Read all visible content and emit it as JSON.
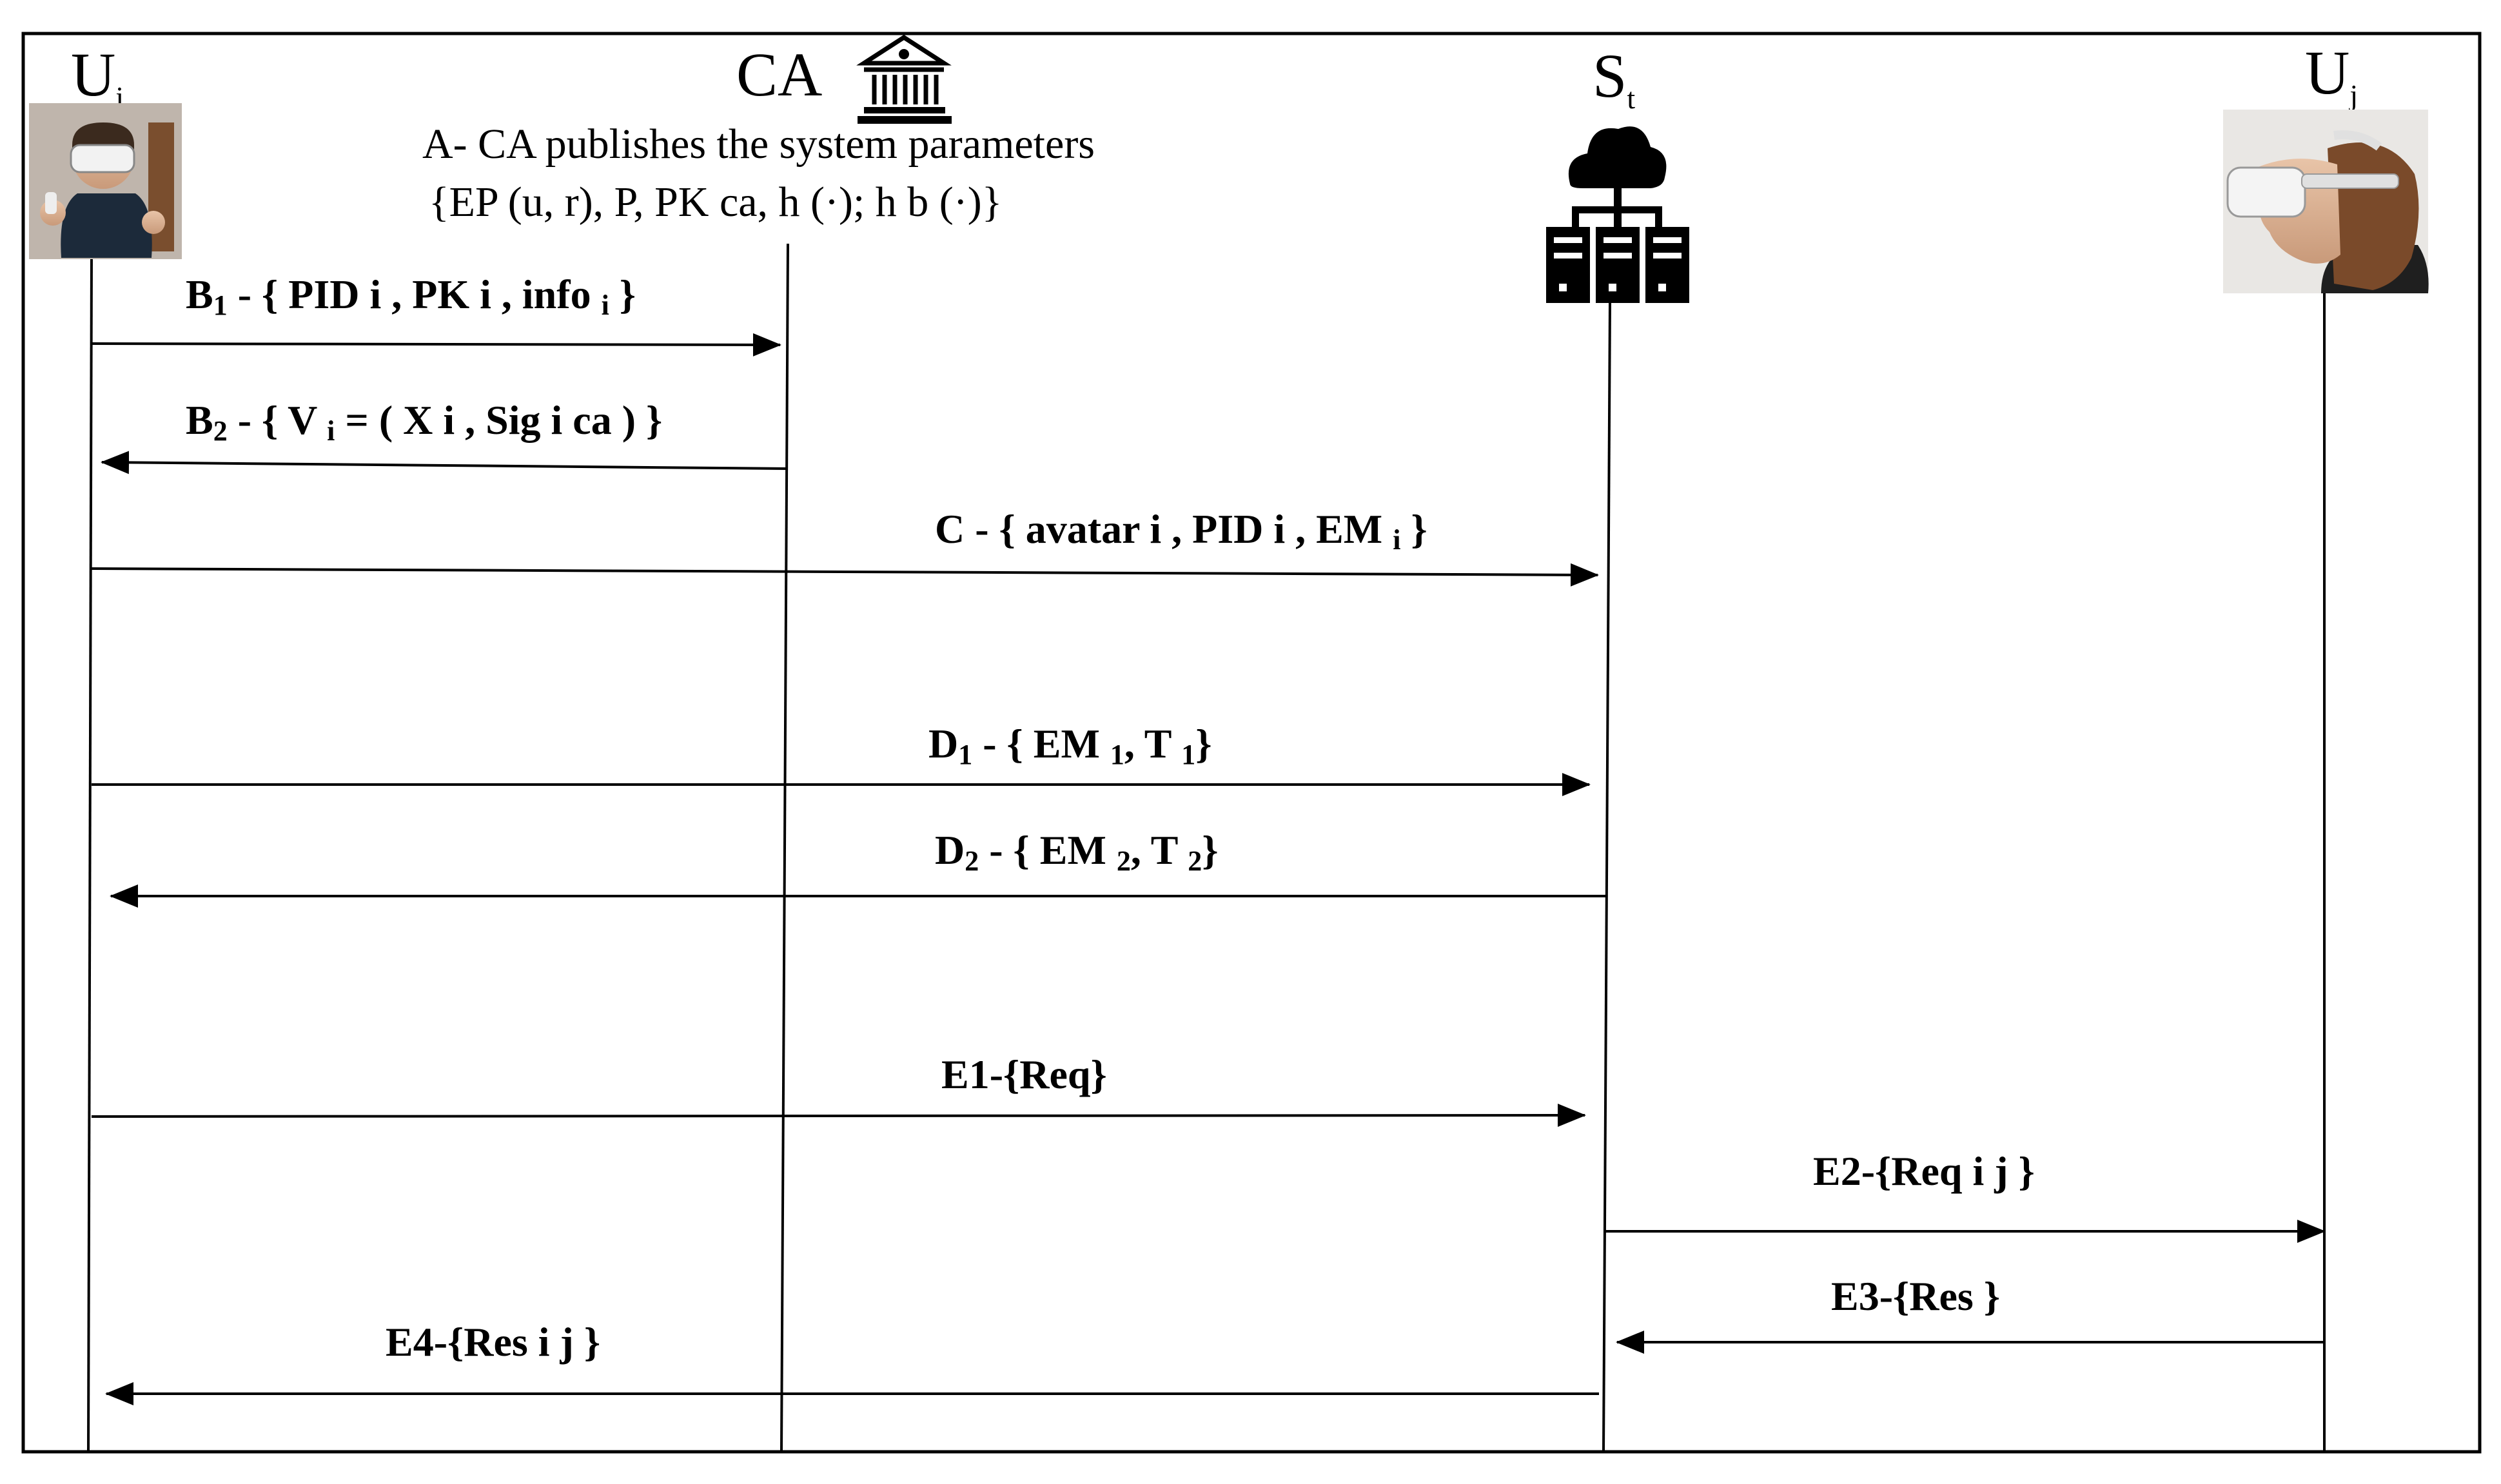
{
  "participants": {
    "ui": {
      "label": "U",
      "sub": "i"
    },
    "ca": {
      "label": "CA"
    },
    "st": {
      "label": "S",
      "sub": "t"
    },
    "uj": {
      "label": "U",
      "sub": "j"
    }
  },
  "note": {
    "line1": "A- CA publishes the system parameters",
    "line2": "{EP (u, r), P,  PK ca, h (·); h b (·)}"
  },
  "messages": {
    "b1": {
      "pre": "B",
      "sub": "1",
      "text": " - { PID i , PK i , info ",
      "sub2": "i",
      "end": " }"
    },
    "b2": {
      "pre": "B",
      "sub": "2",
      "text": " - { V ",
      "sub2": "i",
      "end": " = ( X i , Sig i ca  ) }"
    },
    "c": {
      "text": "C - { avatar i , PID i , EM ",
      "sub": "i",
      "end": " }"
    },
    "d1": {
      "pre": "D",
      "sub": "1",
      "text": " - { EM ",
      "sub2": "1",
      "mid": ", T ",
      "sub3": "1",
      "end": "}"
    },
    "d2": {
      "pre": "D",
      "sub": "2",
      "text": " - { EM ",
      "sub2": "2",
      "mid": ", T ",
      "sub3": "2",
      "end": "}"
    },
    "e1": {
      "text": "E1-{Req}"
    },
    "e2": {
      "text": "E2-{Req i j }"
    },
    "e3": {
      "text": "E3-{Res }"
    },
    "e4": {
      "text": "E4-{Res i j }"
    }
  }
}
